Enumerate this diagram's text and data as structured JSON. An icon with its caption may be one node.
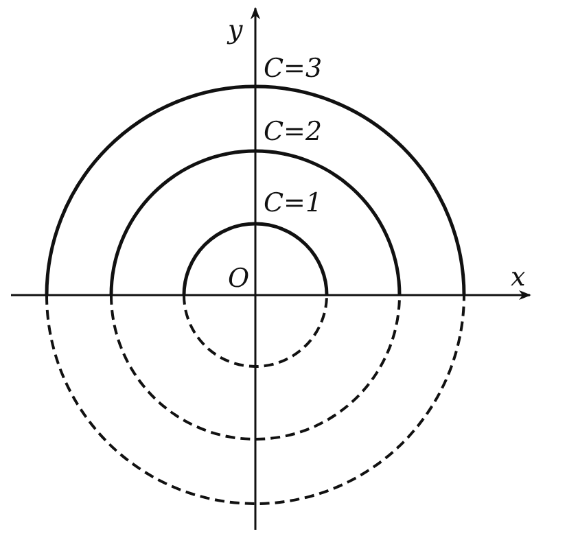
{
  "diagram": {
    "labels": [
      "y",
      "x",
      "C=3",
      "C=2",
      "C=1",
      "O"
    ]
  }
}
